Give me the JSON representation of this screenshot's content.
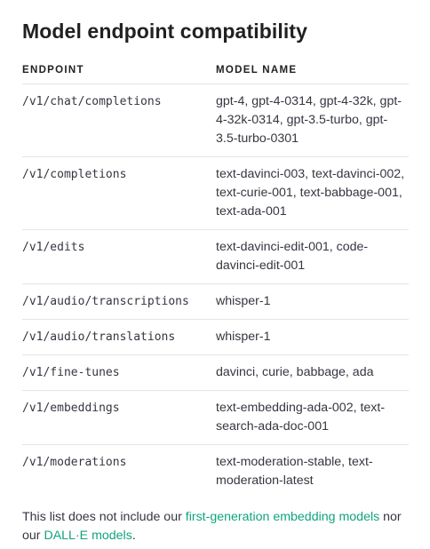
{
  "title": "Model endpoint compatibility",
  "table": {
    "headers": {
      "endpoint": "ENDPOINT",
      "model_name": "MODEL NAME"
    },
    "rows": [
      {
        "endpoint": "/v1/chat/completions",
        "models": "gpt-4, gpt-4-0314, gpt-4-32k, gpt-4-32k-0314, gpt-3.5-turbo, gpt-3.5-turbo-0301"
      },
      {
        "endpoint": "/v1/completions",
        "models": "text-davinci-003, text-davinci-002, text-curie-001, text-babbage-001, text-ada-001"
      },
      {
        "endpoint": "/v1/edits",
        "models": "text-davinci-edit-001, code-davinci-edit-001"
      },
      {
        "endpoint": "/v1/audio/transcriptions",
        "models": "whisper-1"
      },
      {
        "endpoint": "/v1/audio/translations",
        "models": "whisper-1"
      },
      {
        "endpoint": "/v1/fine-tunes",
        "models": "davinci, curie, babbage, ada"
      },
      {
        "endpoint": "/v1/embeddings",
        "models": "text-embedding-ada-002, text-search-ada-doc-001"
      },
      {
        "endpoint": "/v1/moderations",
        "models": "text-moderation-stable, text-moderation-latest"
      }
    ]
  },
  "note": {
    "prefix": "This list does not include our ",
    "link1": "first-generation embedding models",
    "middle": " nor our ",
    "link2": "DALL·E models",
    "suffix": "."
  },
  "colors": {
    "link": "#10a37f",
    "text": "#353740",
    "divider": "#e5e5e8"
  }
}
